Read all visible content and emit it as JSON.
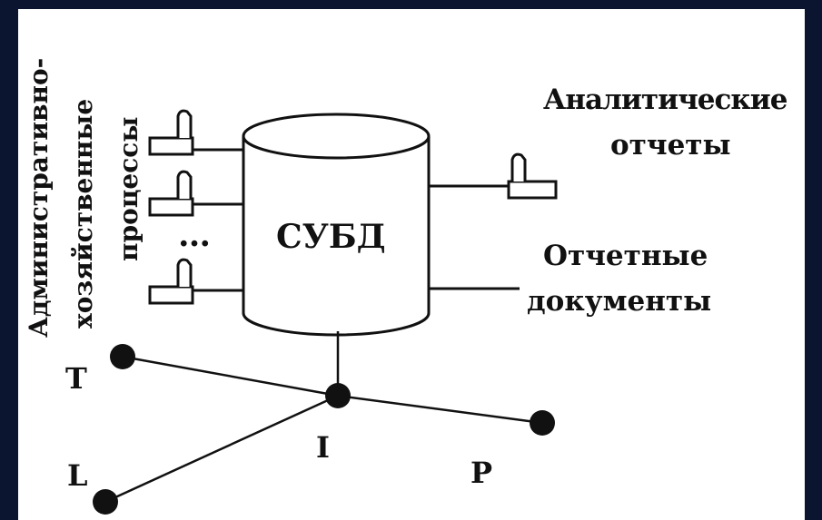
{
  "diagram": {
    "left_process_label_line1": "Административно-",
    "left_process_label_line2": "хозяйственные",
    "left_process_label_line3": "процессы",
    "dbms_label": "СУБД",
    "ellipsis": "…",
    "right_top_label_line1": "Аналитические",
    "right_top_label_line2": "отчеты",
    "right_bottom_label_line1": "Отчетные",
    "right_bottom_label_line2": "документы",
    "node_T": "T",
    "node_I": "I",
    "node_L": "L",
    "node_P": "P"
  },
  "colors": {
    "frame": "#0b1530",
    "background": "#ffffff",
    "ink": "#111111"
  }
}
